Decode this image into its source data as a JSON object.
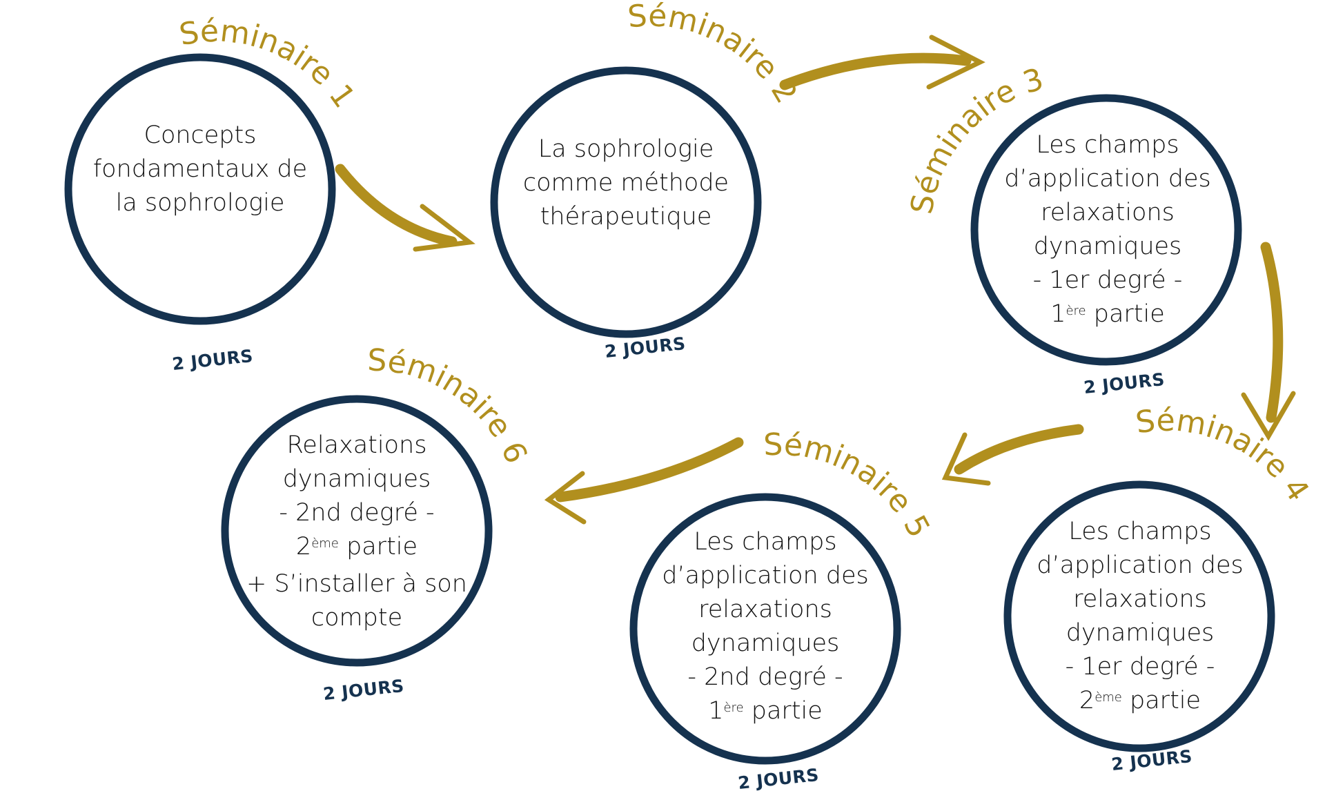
{
  "colors": {
    "navy": "#15324f",
    "gold": "#b18f1e",
    "text": "#111111"
  },
  "seminars": [
    {
      "label": "Séminaire 1",
      "duration": "2 JOURS",
      "lines": [
        "Concepts",
        "fondamentaux de",
        "la sophrologie"
      ]
    },
    {
      "label": "Séminaire 2",
      "duration": "2 JOURS",
      "lines": [
        "La sophrologie",
        "comme méthode",
        "thérapeutique"
      ]
    },
    {
      "label": "Séminaire 3",
      "duration": "2 JOURS",
      "lines": [
        "Les champs",
        "d’application des",
        "relaxations",
        "dynamiques",
        "- 1er degré -"
      ],
      "last_sup": "ère",
      "last_pre": "1",
      "last_post": " partie"
    },
    {
      "label": "Séminaire 4",
      "duration": "2 JOURS",
      "lines": [
        "Les champs",
        "d’application des",
        "relaxations",
        "dynamiques",
        "- 1er degré -"
      ],
      "last_sup": "ème",
      "last_pre": "2",
      "last_post": " partie"
    },
    {
      "label": "Séminaire 5",
      "duration": "2 JOURS",
      "lines": [
        "Les champs",
        "d’application des",
        "relaxations",
        "dynamiques",
        "- 2nd degré -"
      ],
      "last_sup": "ère",
      "last_pre": "1",
      "last_post": " partie"
    },
    {
      "label": "Séminaire 6",
      "duration": "2 JOURS",
      "lines": [
        "Relaxations",
        "dynamiques",
        "- 2nd degré -"
      ],
      "last_sup": "ème",
      "last_pre": "2",
      "last_post": " partie",
      "after": [
        "+ S’installer à son",
        "compte"
      ]
    }
  ]
}
